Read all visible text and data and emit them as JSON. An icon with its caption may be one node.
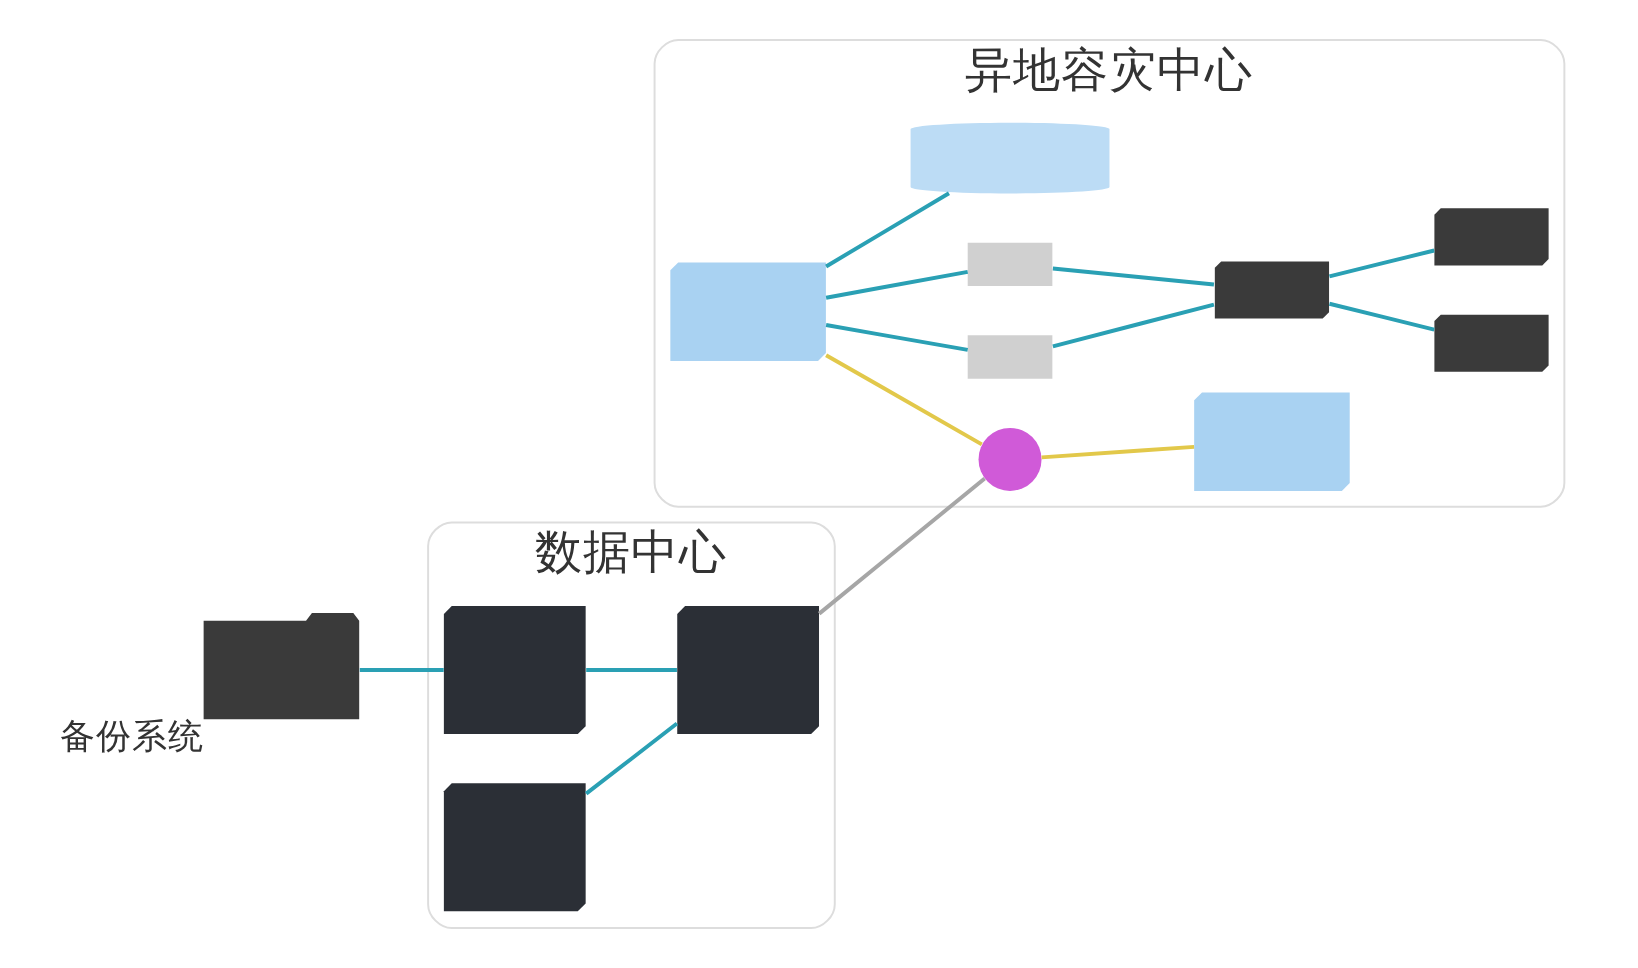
{
  "diagram": {
    "nodes": [
      {
        "text": [
          "数据中心"
        ]
      },
      {
        "text": [],
        "shape": "box",
        "in": 0
      },
      {
        "text": [],
        "shape": "box",
        "in": 0
      },
      {
        "text": [],
        "shape": "box",
        "in": 0
      },
      {
        "text": [],
        "shape": "box",
        "beside": [
          "备份系统"
        ]
      },
      {
        "text": [
          "异地容灾中心"
        ]
      },
      {
        "text": [],
        "shape": "box",
        "in": 5
      },
      {
        "text": [],
        "shape": "box",
        "in": 5
      },
      {
        "text": [],
        "shape": "circle",
        "in": 5
      },
      {
        "text": [],
        "shape": "box",
        "in": 5
      },
      {
        "text": [],
        "shape": "box",
        "in": 5
      },
      {
        "text": [],
        "shape": "box",
        "in": 5
      },
      {
        "text": [],
        "shape": "box",
        "in": 5
      },
      {
        "text": [],
        "shape": "box",
        "in": 5
      },
      {
        "text": [],
        "shape": "cylinder",
        "in": 5
      }
    ],
    "edges": [
      {
        "from": 1,
        "to": 3,
        "arrow": "none"
      },
      {
        "from": 2,
        "to": 3,
        "arrow": "none"
      },
      {
        "from": 4,
        "to": 1,
        "arrow": "none"
      },
      {
        "from": 3,
        "to": 8,
        "arrow": "none",
        "color": "#a6a6a6"
      },
      {
        "from": 6,
        "to": 8,
        "arrow": "none",
        "color": "#e2c84a"
      },
      {
        "from": 8,
        "to": 7,
        "arrow": "none",
        "color": "#e2c84a"
      },
      {
        "from": 6,
        "to": 9,
        "arrow": "none"
      },
      {
        "from": 6,
        "to": 10,
        "arrow": "none"
      },
      {
        "from": 6,
        "to": 14,
        "arrow": "none"
      },
      {
        "from": 9,
        "to": 11,
        "arrow": "none"
      },
      {
        "from": 10,
        "to": 11,
        "arrow": "none"
      },
      {
        "from": 11,
        "to": 12,
        "arrow": "none"
      },
      {
        "from": 11,
        "to": 13,
        "arrow": "none"
      }
    ]
  }
}
